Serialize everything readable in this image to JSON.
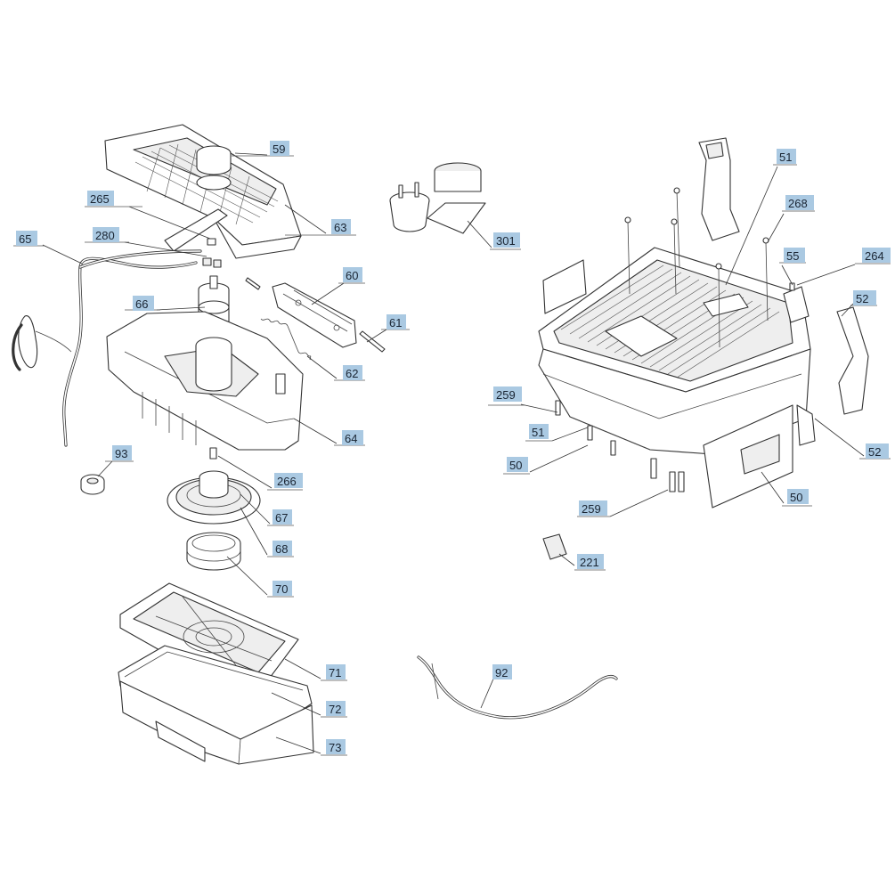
{
  "diagram": {
    "callouts": [
      {
        "id": "c59",
        "label": "59"
      },
      {
        "id": "c63",
        "label": "63"
      },
      {
        "id": "c265",
        "label": "265"
      },
      {
        "id": "c280",
        "label": "280"
      },
      {
        "id": "c65",
        "label": "65"
      },
      {
        "id": "c60",
        "label": "60"
      },
      {
        "id": "c66",
        "label": "66"
      },
      {
        "id": "c61",
        "label": "61"
      },
      {
        "id": "c62",
        "label": "62"
      },
      {
        "id": "c64",
        "label": "64"
      },
      {
        "id": "c93",
        "label": "93"
      },
      {
        "id": "c266",
        "label": "266"
      },
      {
        "id": "c67",
        "label": "67"
      },
      {
        "id": "c68",
        "label": "68"
      },
      {
        "id": "c70",
        "label": "70"
      },
      {
        "id": "c71",
        "label": "71"
      },
      {
        "id": "c72",
        "label": "72"
      },
      {
        "id": "c73",
        "label": "73"
      },
      {
        "id": "c301",
        "label": "301"
      },
      {
        "id": "c51a",
        "label": "51"
      },
      {
        "id": "c268",
        "label": "268"
      },
      {
        "id": "c55",
        "label": "55"
      },
      {
        "id": "c264",
        "label": "264"
      },
      {
        "id": "c52a",
        "label": "52"
      },
      {
        "id": "c259a",
        "label": "259"
      },
      {
        "id": "c51b",
        "label": "51"
      },
      {
        "id": "c50a",
        "label": "50"
      },
      {
        "id": "c52b",
        "label": "52"
      },
      {
        "id": "c50b",
        "label": "50"
      },
      {
        "id": "c259b",
        "label": "259"
      },
      {
        "id": "c221",
        "label": "221"
      },
      {
        "id": "c92",
        "label": "92"
      }
    ]
  }
}
